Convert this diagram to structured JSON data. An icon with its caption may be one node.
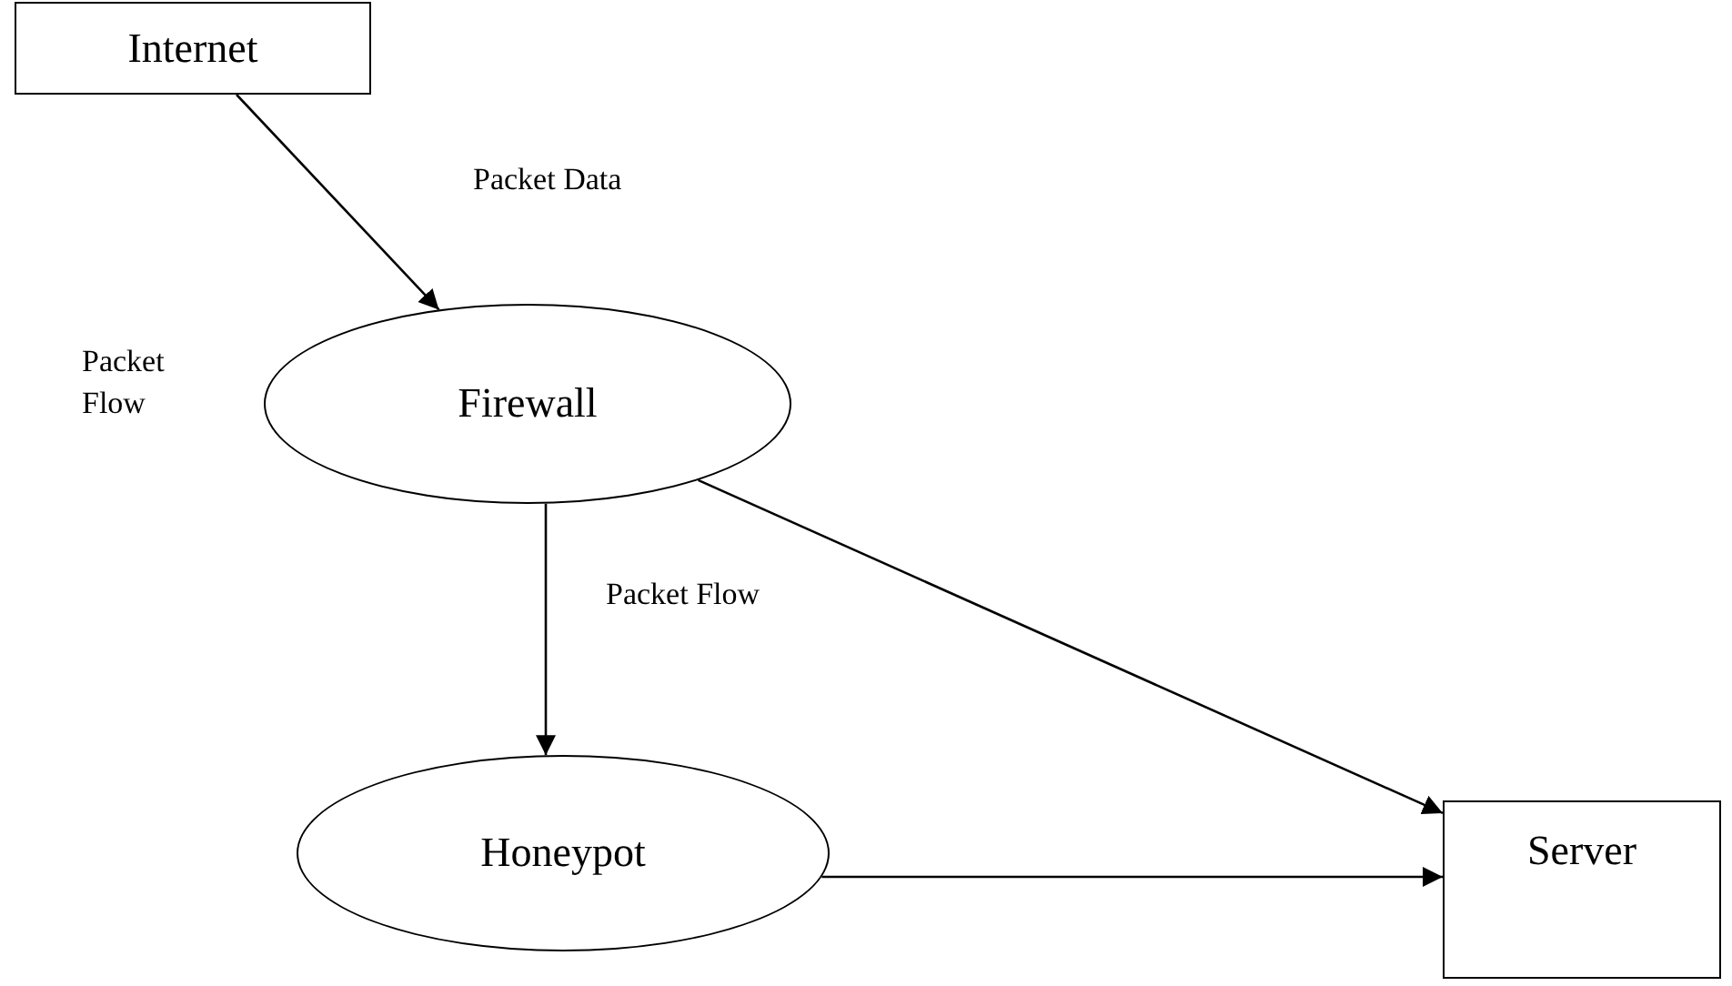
{
  "diagram": {
    "nodes": [
      {
        "text": [
          "Internet"
        ]
      },
      {
        "text": [
          "Firewall"
        ]
      },
      {
        "text": [
          "Honeypot"
        ]
      },
      {
        "text": [
          "Server"
        ]
      }
    ],
    "edges": [
      {
        "from": 0,
        "to": 1,
        "arrow": "to",
        "label": "Packet Data"
      },
      {
        "from": 1,
        "to": 2,
        "arrow": "to",
        "label": "Packet Flow"
      },
      {
        "from": 1,
        "to": 3,
        "arrow": "to"
      },
      {
        "from": 2,
        "to": 3,
        "arrow": "to"
      }
    ],
    "labels": [
      "Packet Flow"
    ]
  }
}
